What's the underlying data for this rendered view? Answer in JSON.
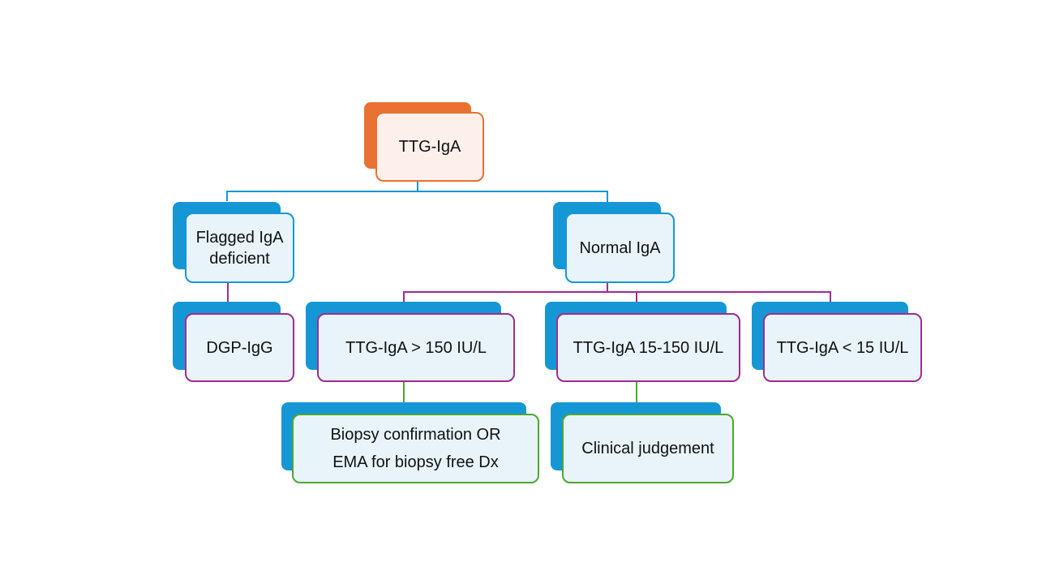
{
  "nodes": {
    "root": {
      "label": "TTG-IgA"
    },
    "flagged": {
      "label": "Flagged IgA\ndeficient"
    },
    "normal": {
      "label": "Normal IgA"
    },
    "dgp": {
      "label": "DGP-IgG"
    },
    "high": {
      "label": "TTG-IgA > 150 IU/L"
    },
    "mid": {
      "label": "TTG-IgA 15-150 IU/L"
    },
    "low": {
      "label": "TTG-IgA < 15 IU/L"
    },
    "biopsy": {
      "label": "Biopsy confirmation OR\nEMA for biopsy free Dx"
    },
    "clinical": {
      "label": "Clinical judgement"
    }
  },
  "colors": {
    "orange": "#e97132",
    "blue": "#1597d5",
    "purple": "#a02b93",
    "green": "#4ea72e"
  }
}
